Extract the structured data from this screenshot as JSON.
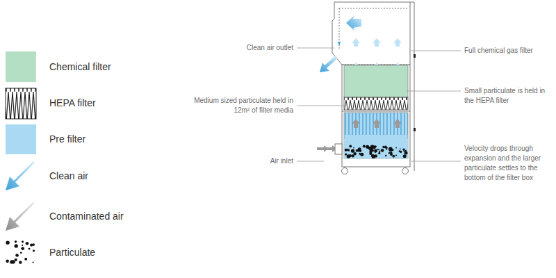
{
  "diagram": {
    "labels": [
      "Clean air outlet",
      "Medium sized particulate held in 12m² of filter media",
      "Air inlet",
      "Full chemical gas filter",
      "Small particulate is held in the HEPA filter",
      "Velocity drops through expansion and the larger particulate settles to the bottom of the filter box"
    ],
    "legend": [
      {
        "text": "Chemical filter",
        "color": "#b5dfc4"
      },
      {
        "text": "HEPA filter"
      },
      {
        "text": "Pre filter",
        "color": "#a9d9f3"
      },
      {
        "text": "Clean air"
      },
      {
        "text": "Contaminated air"
      },
      {
        "text": "Particulate"
      }
    ]
  }
}
